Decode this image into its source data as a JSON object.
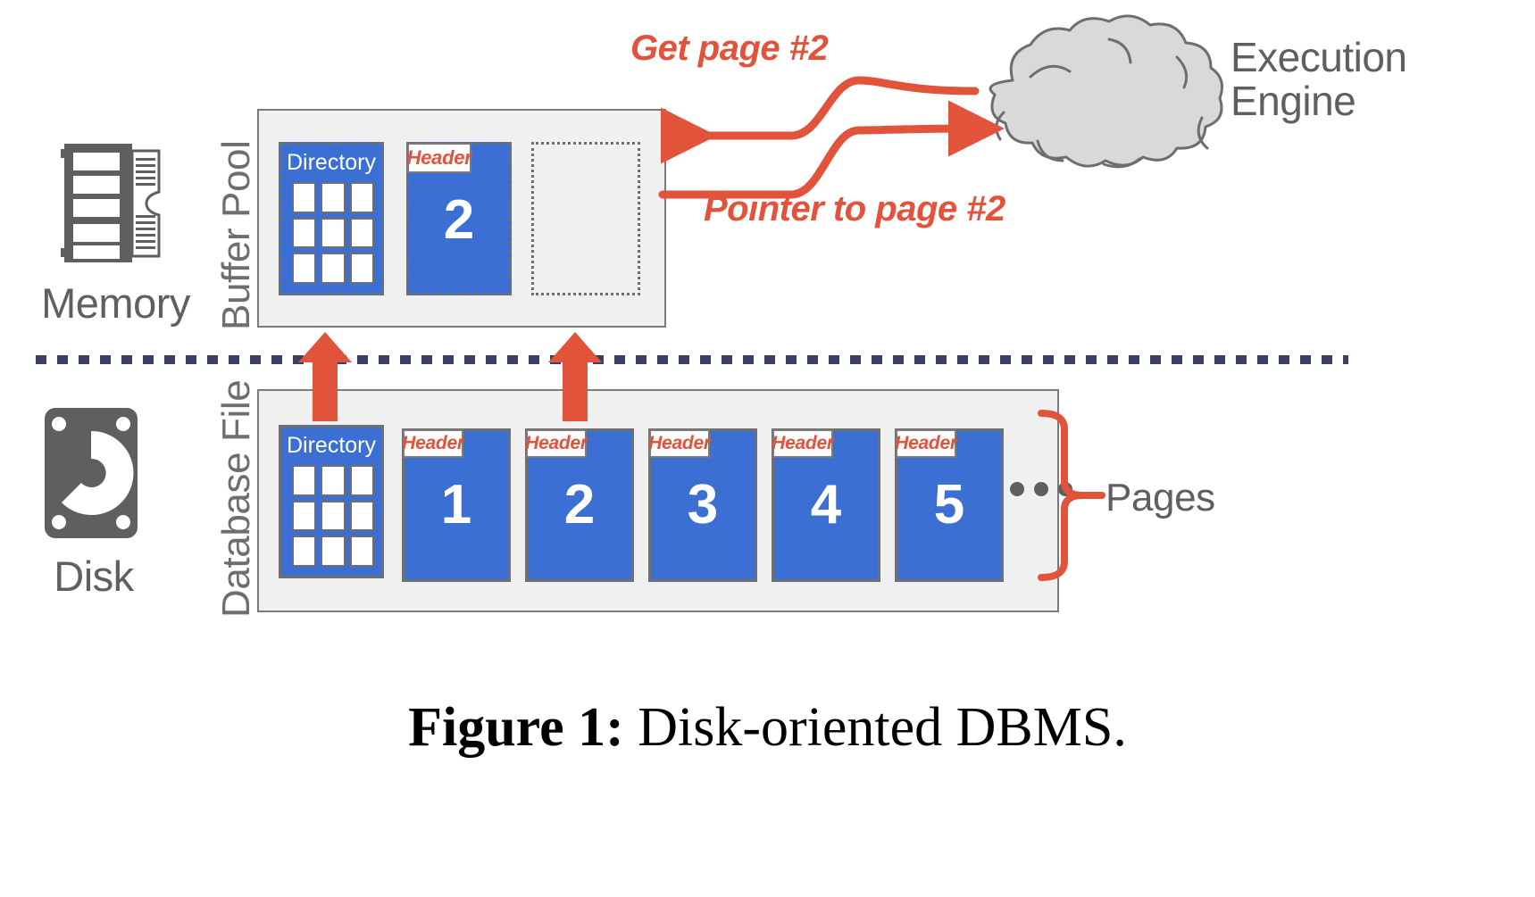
{
  "figure": {
    "caption_label": "Figure 1:",
    "caption_text": " Disk-oriented DBMS."
  },
  "colors": {
    "page_blue": "#3b6fd4",
    "accent_red": "#e2533c",
    "gray_text": "#5f5f5f",
    "panel_fill": "#f0f0f0",
    "panel_border": "#7b7b7b",
    "divider_navy": "#3b3f63",
    "cloud_fill": "#d9d9d9"
  },
  "memory": {
    "icon": "ram-stick-icon",
    "label": "Memory"
  },
  "disk": {
    "icon": "hard-disk-icon",
    "label": "Disk"
  },
  "buffer_pool": {
    "label": "Buffer Pool",
    "directory": {
      "title": "Directory",
      "cells": [
        "",
        "",
        "",
        "",
        "",
        "",
        "",
        "",
        ""
      ]
    },
    "cached_pages": [
      {
        "header": "Header",
        "number": "2"
      }
    ],
    "empty_frames": 1
  },
  "database_file": {
    "label": "Database File",
    "directory": {
      "title": "Directory",
      "cells": [
        "",
        "",
        "",
        "",
        "",
        "",
        "",
        "",
        ""
      ]
    },
    "pages": [
      {
        "header": "Header",
        "number": "1"
      },
      {
        "header": "Header",
        "number": "2"
      },
      {
        "header": "Header",
        "number": "3"
      },
      {
        "header": "Header",
        "number": "4"
      },
      {
        "header": "Header",
        "number": "5"
      }
    ],
    "ellipsis": "•••",
    "bracket_label": "Pages"
  },
  "execution_engine": {
    "label_line1": "Execution",
    "label_line2": "Engine",
    "icon": "cloud-icon"
  },
  "flows": {
    "request_label": "Get page #2",
    "response_label": "Pointer to page #2"
  }
}
